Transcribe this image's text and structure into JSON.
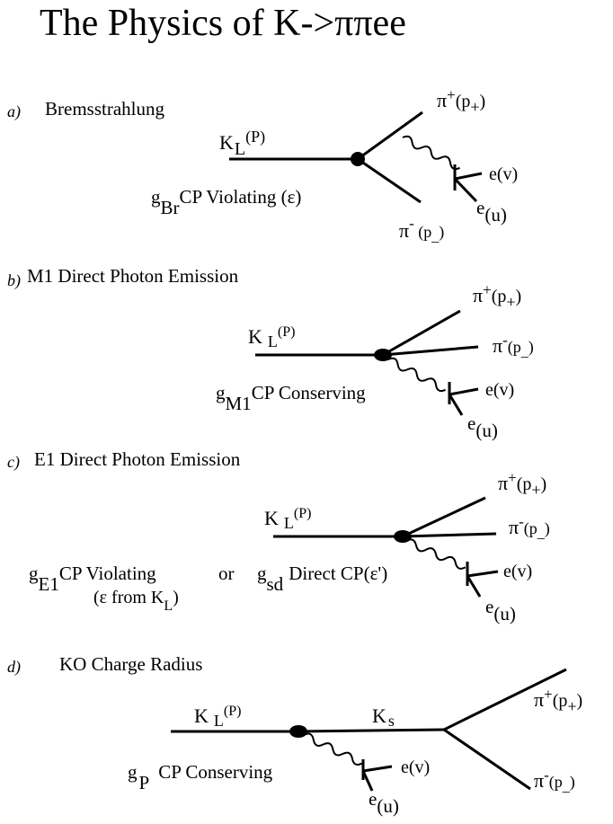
{
  "title": "The Physics of K->ππee",
  "panels": [
    {
      "letter": "a)",
      "name": "Bremsstrahlung",
      "kaon": "K",
      "kaon_sub": "L",
      "kaon_sup": "(P)",
      "coupling": "g",
      "coupling_sub": "Br",
      "coupling_desc": "CP Violating (ε)",
      "pi_plus": "π",
      "pi_plus_sup": "+",
      "pi_plus_arg": "(p",
      "pi_plus_argsub": "+",
      "pi_plus_close": ")",
      "pi_minus": "π",
      "pi_minus_sup": "-",
      "pi_minus_arg": " (p",
      "pi_minus_argsub": "_",
      "pi_minus_close": ")",
      "e_v": "e(v)",
      "e": "e",
      "e_sub": "(u)"
    },
    {
      "letter": "b)",
      "name": "M1 Direct Photon Emission",
      "kaon": "K",
      "kaon_sub": "L",
      "kaon_sup": "(P)",
      "coupling": "g",
      "coupling_sub": "M1",
      "coupling_desc": "CP Conserving",
      "pi_plus": "π",
      "pi_plus_sup": "+",
      "pi_plus_arg": "(p",
      "pi_plus_argsub": "+",
      "pi_plus_close": ")",
      "pi_minus": "π",
      "pi_minus_sup": "-",
      "pi_minus_arg": "(p",
      "pi_minus_argsub": "_",
      "pi_minus_close": ")",
      "e_v": "e(v)",
      "e": "e",
      "e_sub": "(u)"
    },
    {
      "letter": "c)",
      "name": "E1 Direct Photon Emission",
      "kaon": "K",
      "kaon_sub": "L",
      "kaon_sup": "(P)",
      "coupling": "g",
      "coupling_sub": "E1",
      "coupling_desc": "CP Violating",
      "coupling_or": "or",
      "coupling2": "g",
      "coupling2_sub": "sd",
      "coupling2_desc": "Direct CP(ε')",
      "note": "(ε from K",
      "note_sub": "L",
      "note_close": ")",
      "pi_plus": "π",
      "pi_plus_sup": "+",
      "pi_plus_arg": "(p",
      "pi_plus_argsub": "+",
      "pi_plus_close": ")",
      "pi_minus": "π",
      "pi_minus_sup": "-",
      "pi_minus_arg": "(p",
      "pi_minus_argsub": "_",
      "pi_minus_close": ")",
      "e_v": "e(v)",
      "e": "e",
      "e_sub": "(u)"
    },
    {
      "letter": "d)",
      "name": "KO Charge Radius",
      "kaon": "K",
      "kaon_sub": "L",
      "kaon_sup": "(P)",
      "kshort": "K",
      "kshort_sub": "s",
      "coupling": "g",
      "coupling_sub": "P",
      "coupling_desc": "CP Conserving",
      "pi_plus": "π",
      "pi_plus_sup": "+",
      "pi_plus_arg": "(p",
      "pi_plus_argsub": "+",
      "pi_plus_close": ")",
      "pi_minus": "π",
      "pi_minus_sup": "-",
      "pi_minus_arg": "(p",
      "pi_minus_argsub": "_",
      "pi_minus_close": ")",
      "e_v": "e(v)",
      "e": "e",
      "e_sub": "(u)"
    }
  ]
}
